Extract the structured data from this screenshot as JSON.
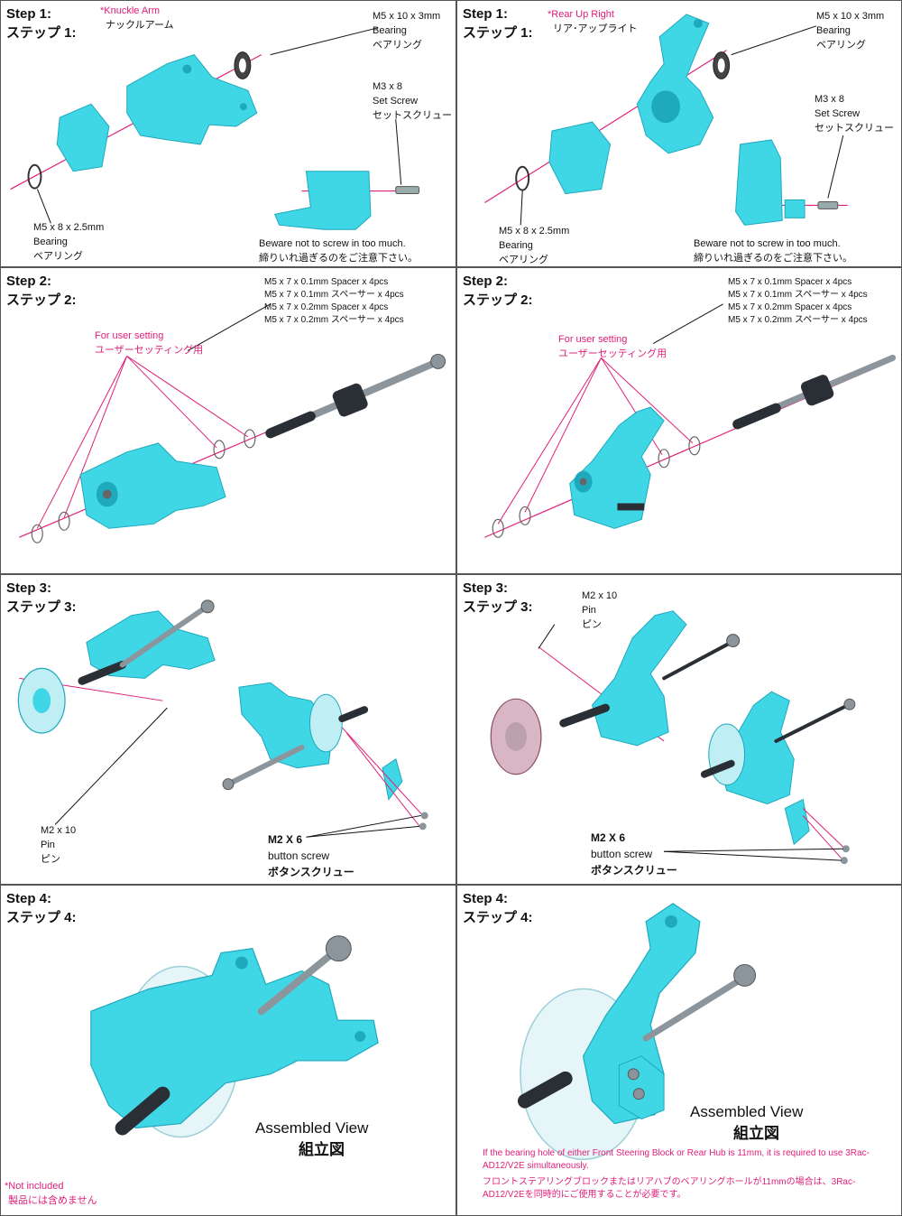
{
  "panels": [
    {
      "step_en": "Step 1:",
      "step_jp": "ステップ 1:",
      "labels": [
        "*Knuckle Arm",
        "ナックルアーム",
        "M5 x 10 x 3mm",
        "Bearing",
        "ベアリング",
        "M3 x 8",
        "Set Screw",
        "セットスクリュー",
        "M5 x 8 x 2.5mm",
        "Bearing",
        "ベアリング",
        "Beware not to screw in too much.",
        "締りいれ過ぎるのをご注意下さい。"
      ]
    },
    {
      "step_en": "Step 1:",
      "step_jp": "ステップ 1:",
      "labels": [
        "*Rear Up Right",
        "リア･アップライト",
        "M5 x 10 x 3mm",
        "Bearing",
        "ベアリング",
        "M3 x 8",
        "Set Screw",
        "セットスクリュー",
        "M5 x 8 x 2.5mm",
        "Bearing",
        "ベアリング",
        "Beware not to screw in too much.",
        "締りいれ過ぎるのをご注意下さい。"
      ]
    },
    {
      "step_en": "Step 2:",
      "step_jp": "ステップ 2:",
      "labels": [
        "M5 x 7 x 0.1mm Spacer x 4pcs",
        "M5 x 7 x 0.1mm スペーサー x 4pcs",
        "M5 x 7 x 0.2mm Spacer x 4pcs",
        "M5 x 7 x 0.2mm スペーサー x 4pcs",
        "For user setting",
        "ユーザーセッティング用"
      ]
    },
    {
      "step_en": "Step 2:",
      "step_jp": "ステップ 2:",
      "labels": [
        "M5 x 7 x 0.1mm Spacer x 4pcs",
        "M5 x 7 x 0.1mm スペーサー x 4pcs",
        "M5 x 7 x 0.2mm Spacer x 4pcs",
        "M5 x 7 x 0.2mm スペーサー x 4pcs",
        "For user setting",
        "ユーザーセッティング用"
      ]
    },
    {
      "step_en": "Step 3:",
      "step_jp": "ステップ 3:",
      "labels": [
        "M2 x 10",
        "Pin",
        "ピン",
        "M2 X 6",
        "button screw",
        "ボタンスクリュー"
      ]
    },
    {
      "step_en": "Step 3:",
      "step_jp": "ステップ 3:",
      "labels": [
        "M2 x 10",
        "Pin",
        "ピン",
        "M2 X 6",
        "button screw",
        "ボタンスクリュー"
      ]
    },
    {
      "step_en": "Step 4:",
      "step_jp": "ステップ 4:",
      "labels": [
        "Assembled View",
        "組立図",
        "*Not included",
        "製品には含めません"
      ]
    },
    {
      "step_en": "Step 4:",
      "step_jp": "ステップ 4:",
      "labels": [
        "Assembled View",
        "組立図",
        "If the bearing hole of either Front Steering Block or Rear Hub is 11mm, it is required to use 3Rac-AD12/V2E simultaneously.",
        "フロントステアリングブロックまたはリアハブのベアリングホールが11mmの場合は、3Rac-AD12/V2Eを同時的にご使用することが必要です。"
      ]
    }
  ],
  "colors": {
    "part": "#3fd6e6",
    "part_dark": "#1fa9bc",
    "guide_line": "#e0207a",
    "leader_line": "#111111",
    "note_text": "#e0207a"
  }
}
